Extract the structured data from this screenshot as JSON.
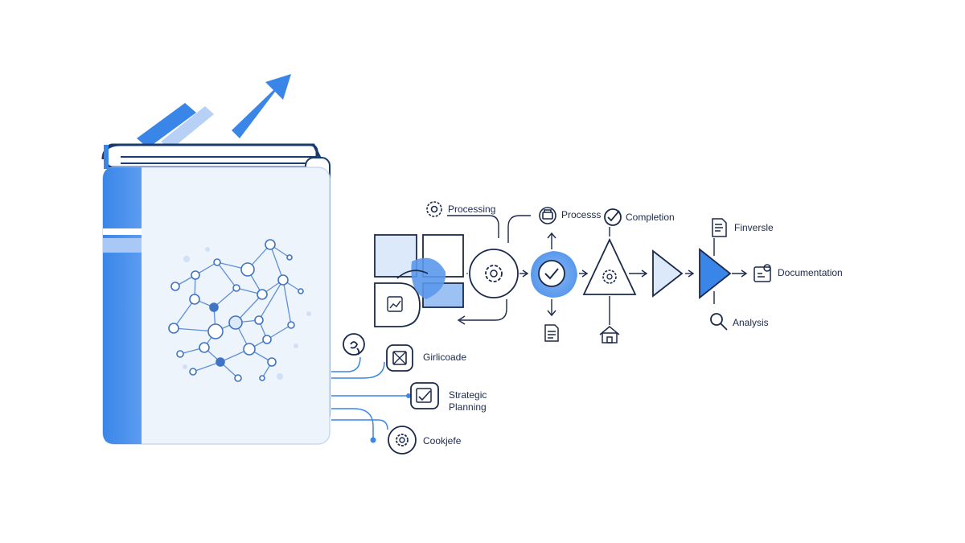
{
  "labels": {
    "processing": "Processing",
    "process": "Processs",
    "completion": "Completion",
    "finverse": "Finversle",
    "documentation": "Documentation",
    "analysis": "Analysis",
    "girlicoade": "Girlicoade",
    "strategic_line1": "Strategic",
    "strategic_line2": "Planning",
    "cookjefe": "Cookjefe"
  },
  "colors": {
    "accent": "#3a86e8",
    "accent_light": "#a9c8f5",
    "ink": "#1b2a4a",
    "book_page": "#eef4fc"
  },
  "icons": [
    "gear-icon",
    "printer-icon",
    "check-circle-icon",
    "document-icon",
    "home-icon",
    "magnifier-icon",
    "tools-icon",
    "ticket-icon",
    "checklist-icon",
    "spiral-icon",
    "chart-icon"
  ]
}
